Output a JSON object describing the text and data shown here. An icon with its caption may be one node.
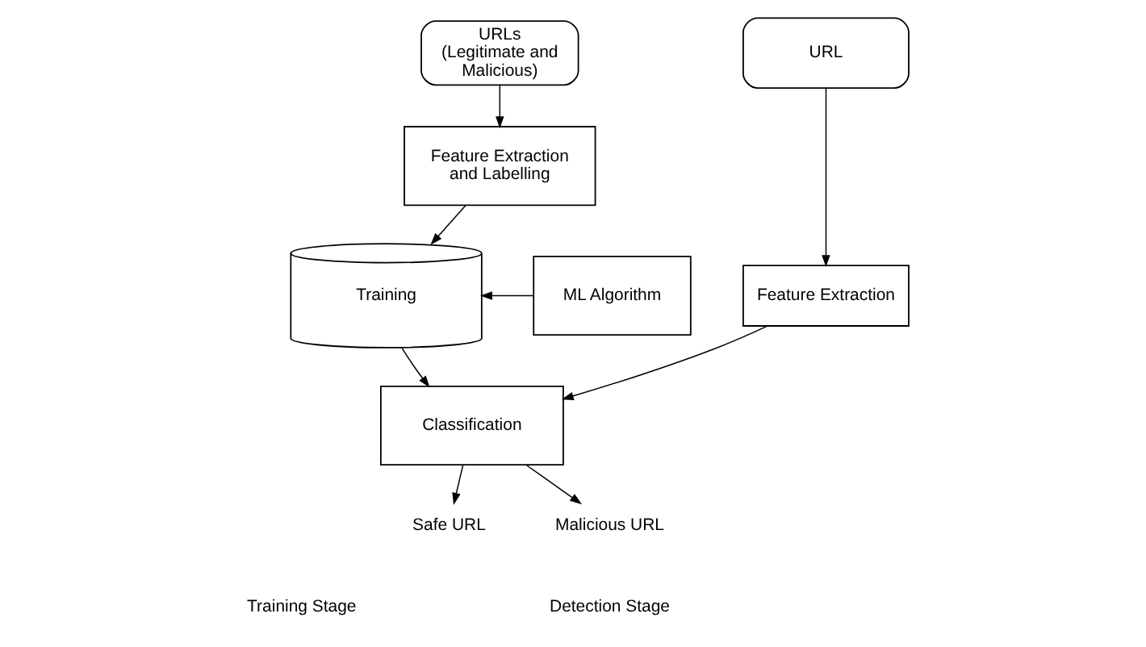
{
  "diagram": {
    "nodes": [
      {
        "text": [
          "URLs (Legitimate and Malicious)"
        ]
      },
      {
        "text": [
          "Feature Extraction and Labelling"
        ]
      },
      {
        "text": [
          "ML Algorithm"
        ]
      },
      {
        "text": [
          "Training"
        ]
      },
      {
        "text": [
          "URL"
        ]
      },
      {
        "text": [
          "Feature Extraction"
        ]
      },
      {
        "text": [
          "Classification"
        ]
      },
      {
        "text": [
          "Malicious URL"
        ]
      },
      {
        "text": [
          "Safe URL"
        ]
      }
    ],
    "edges": [
      {
        "from": 0,
        "to": 1,
        "arrow": "to"
      },
      {
        "from": 1,
        "to": 3,
        "arrow": "to"
      },
      {
        "from": 2,
        "to": 3,
        "arrow": "to"
      },
      {
        "from": 3,
        "to": 6,
        "arrow": "to"
      },
      {
        "from": 4,
        "to": 5,
        "arrow": "to"
      },
      {
        "from": 5,
        "to": 6,
        "arrow": "to"
      },
      {
        "from": 6,
        "to": 7,
        "arrow": "to"
      },
      {
        "from": 6,
        "to": 8,
        "arrow": "to"
      }
    ],
    "labels": [
      "Training Stage",
      "Detection Stage"
    ]
  }
}
